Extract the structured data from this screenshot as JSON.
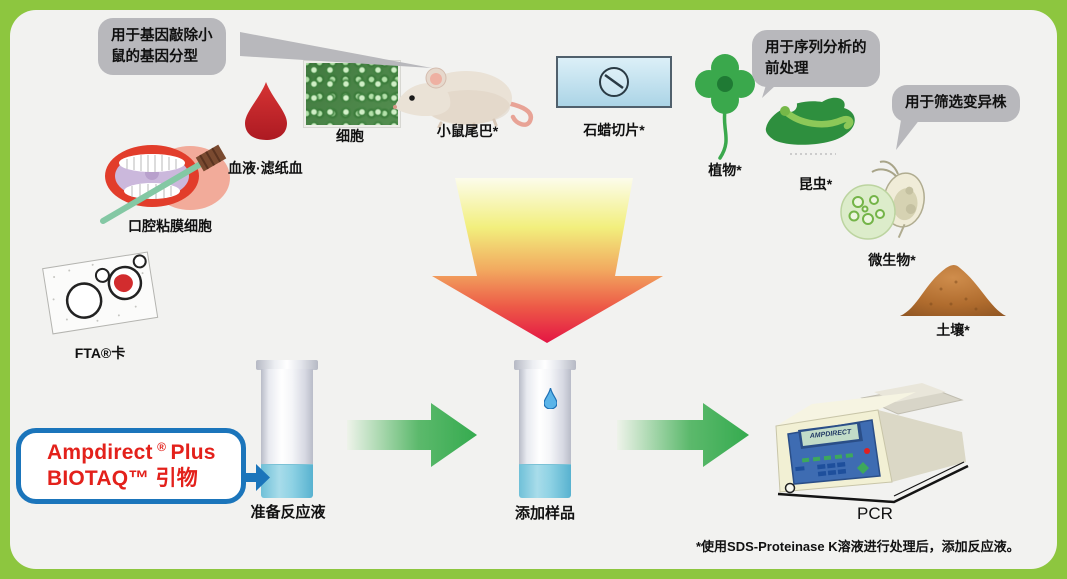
{
  "callouts": {
    "genotyping_l1": "用于基因敲除小",
    "genotyping_l2": "鼠的基因分型",
    "sequencing_l1": "用于序列分析的",
    "sequencing_l2": "前处理",
    "mutant": "用于筛选变异株"
  },
  "labels": {
    "blood": "血液·滤纸血",
    "oral": "口腔粘膜细胞",
    "cells": "细胞",
    "mouse": "小鼠尾巴*",
    "paraffin": "石蜡切片*",
    "plant": "植物*",
    "insect": "昆虫*",
    "microbe": "微生物*",
    "soil": "土壤*",
    "fta": "FTA®卡"
  },
  "reagent_box": {
    "brand_a": "Ampdirect",
    "reg": "®",
    "brand_b": "Plus",
    "line2": "BIOTAQ™ 引物"
  },
  "steps": {
    "prepare": "准备反应液",
    "add_sample": "添加样品",
    "pcr": "PCR"
  },
  "pcr_display": "AMPDIRECT",
  "footnote": "*使用SDS-Proteinase K溶液进行处理后，添加反应液。",
  "colors": {
    "border_green": "#8dc63f",
    "background": "#f2f2f0",
    "bubble_gray": "#b8b8bc",
    "accent_blue": "#1b75bb",
    "brand_red": "#e3211b",
    "arrow_green": "#3cb054",
    "funnel_top": "#fcfceb",
    "funnel_tip": "#e41544",
    "liquid_blue": "#6fc0d8"
  }
}
